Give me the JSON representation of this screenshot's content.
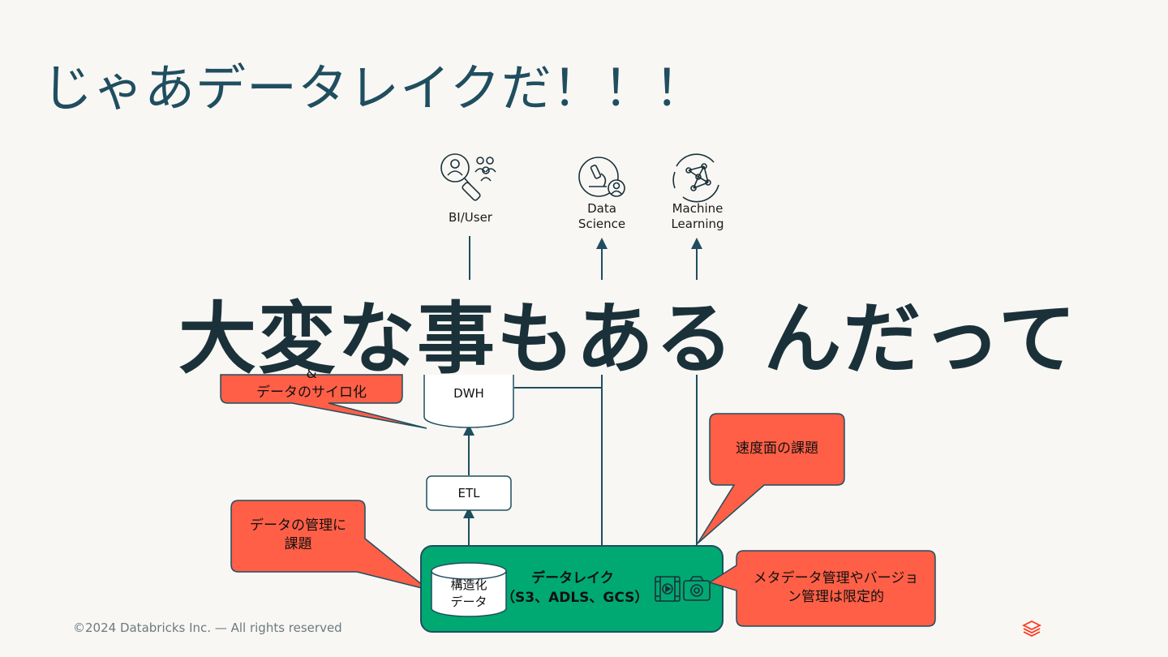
{
  "slide": {
    "title": "じゃあデータレイクだ！！！",
    "overlay_caption": "大変な事もある んだって"
  },
  "consumers": [
    {
      "icon": "bi-user-icon",
      "label": "BI/User"
    },
    {
      "icon": "data-science-icon",
      "label": "Data\nScience"
    },
    {
      "icon": "machine-learning-icon",
      "label": "Machine\nLearning"
    }
  ],
  "components": {
    "dwh": "DWH",
    "etl": "ETL",
    "structured_data": "構造化\nデータ",
    "data_lake": "データレイク\n（S3、ADLS、GCS）"
  },
  "callouts": {
    "silo": "&\nデータのサイロ化",
    "management": "データの管理に\n課題",
    "speed": "速度面の課題",
    "metadata": "メタデータ管理やバージョ\nン管理は限定的"
  },
  "icons": {
    "media": [
      "video-icon",
      "camera-icon"
    ],
    "brand": "databricks-logo-icon"
  },
  "colors": {
    "title": "#1f4e5f",
    "callout": "#ff5f46",
    "lake": "#00a972",
    "line": "#1f4e5f",
    "overlay": "#1b3139"
  },
  "footer": {
    "copyright": "©2024 Databricks Inc. — All rights reserved"
  }
}
